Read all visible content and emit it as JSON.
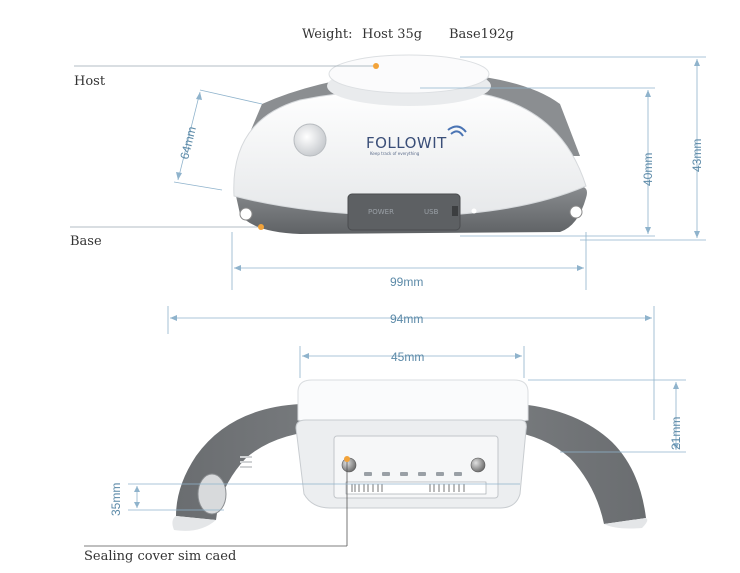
{
  "weight": {
    "prefix": "Weight:",
    "host": "Host 35g",
    "base": "Base192g"
  },
  "labels": {
    "host": "Host",
    "base": "Base",
    "sealing": "Sealing cover sim caed"
  },
  "dimensions": {
    "depth": "64mm",
    "width_top": "99mm",
    "host_height": "40mm",
    "total_height": "43mm",
    "band_width": "94mm",
    "host_width": "45mm",
    "side_height": "21mm",
    "slot_height": "35mm"
  },
  "logo": {
    "brand": "FOLLOWIT",
    "tagline": "Keep track of everything"
  },
  "ports": {
    "power": "POWER",
    "usb": "USB"
  },
  "colors": {
    "dim_line": "#8fb3cc",
    "marker": "#f2a33a",
    "grey": "#6d7073",
    "shell": "#f4f5f6"
  }
}
